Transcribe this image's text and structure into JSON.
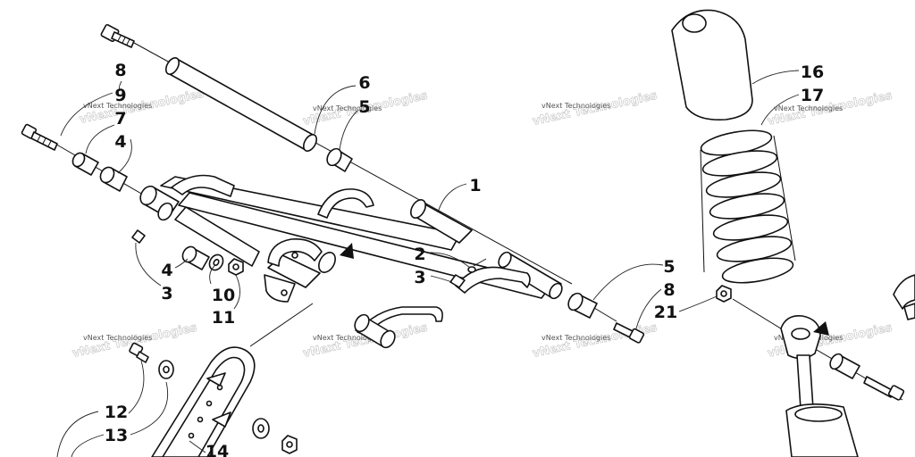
{
  "callouts": {
    "c8a": "8",
    "c9": "9",
    "c7": "7",
    "c4a": "4",
    "c6": "6",
    "c5a": "5",
    "c1": "1",
    "c2": "2",
    "c3a": "3",
    "c4b": "4",
    "c3b": "3",
    "c10": "10",
    "c11": "11",
    "c5b": "5",
    "c8b": "8",
    "c21": "21",
    "c16": "16",
    "c17": "17",
    "c12": "12",
    "c13": "13",
    "c14": "14"
  },
  "watermark": {
    "text": "vNext Technologies"
  }
}
